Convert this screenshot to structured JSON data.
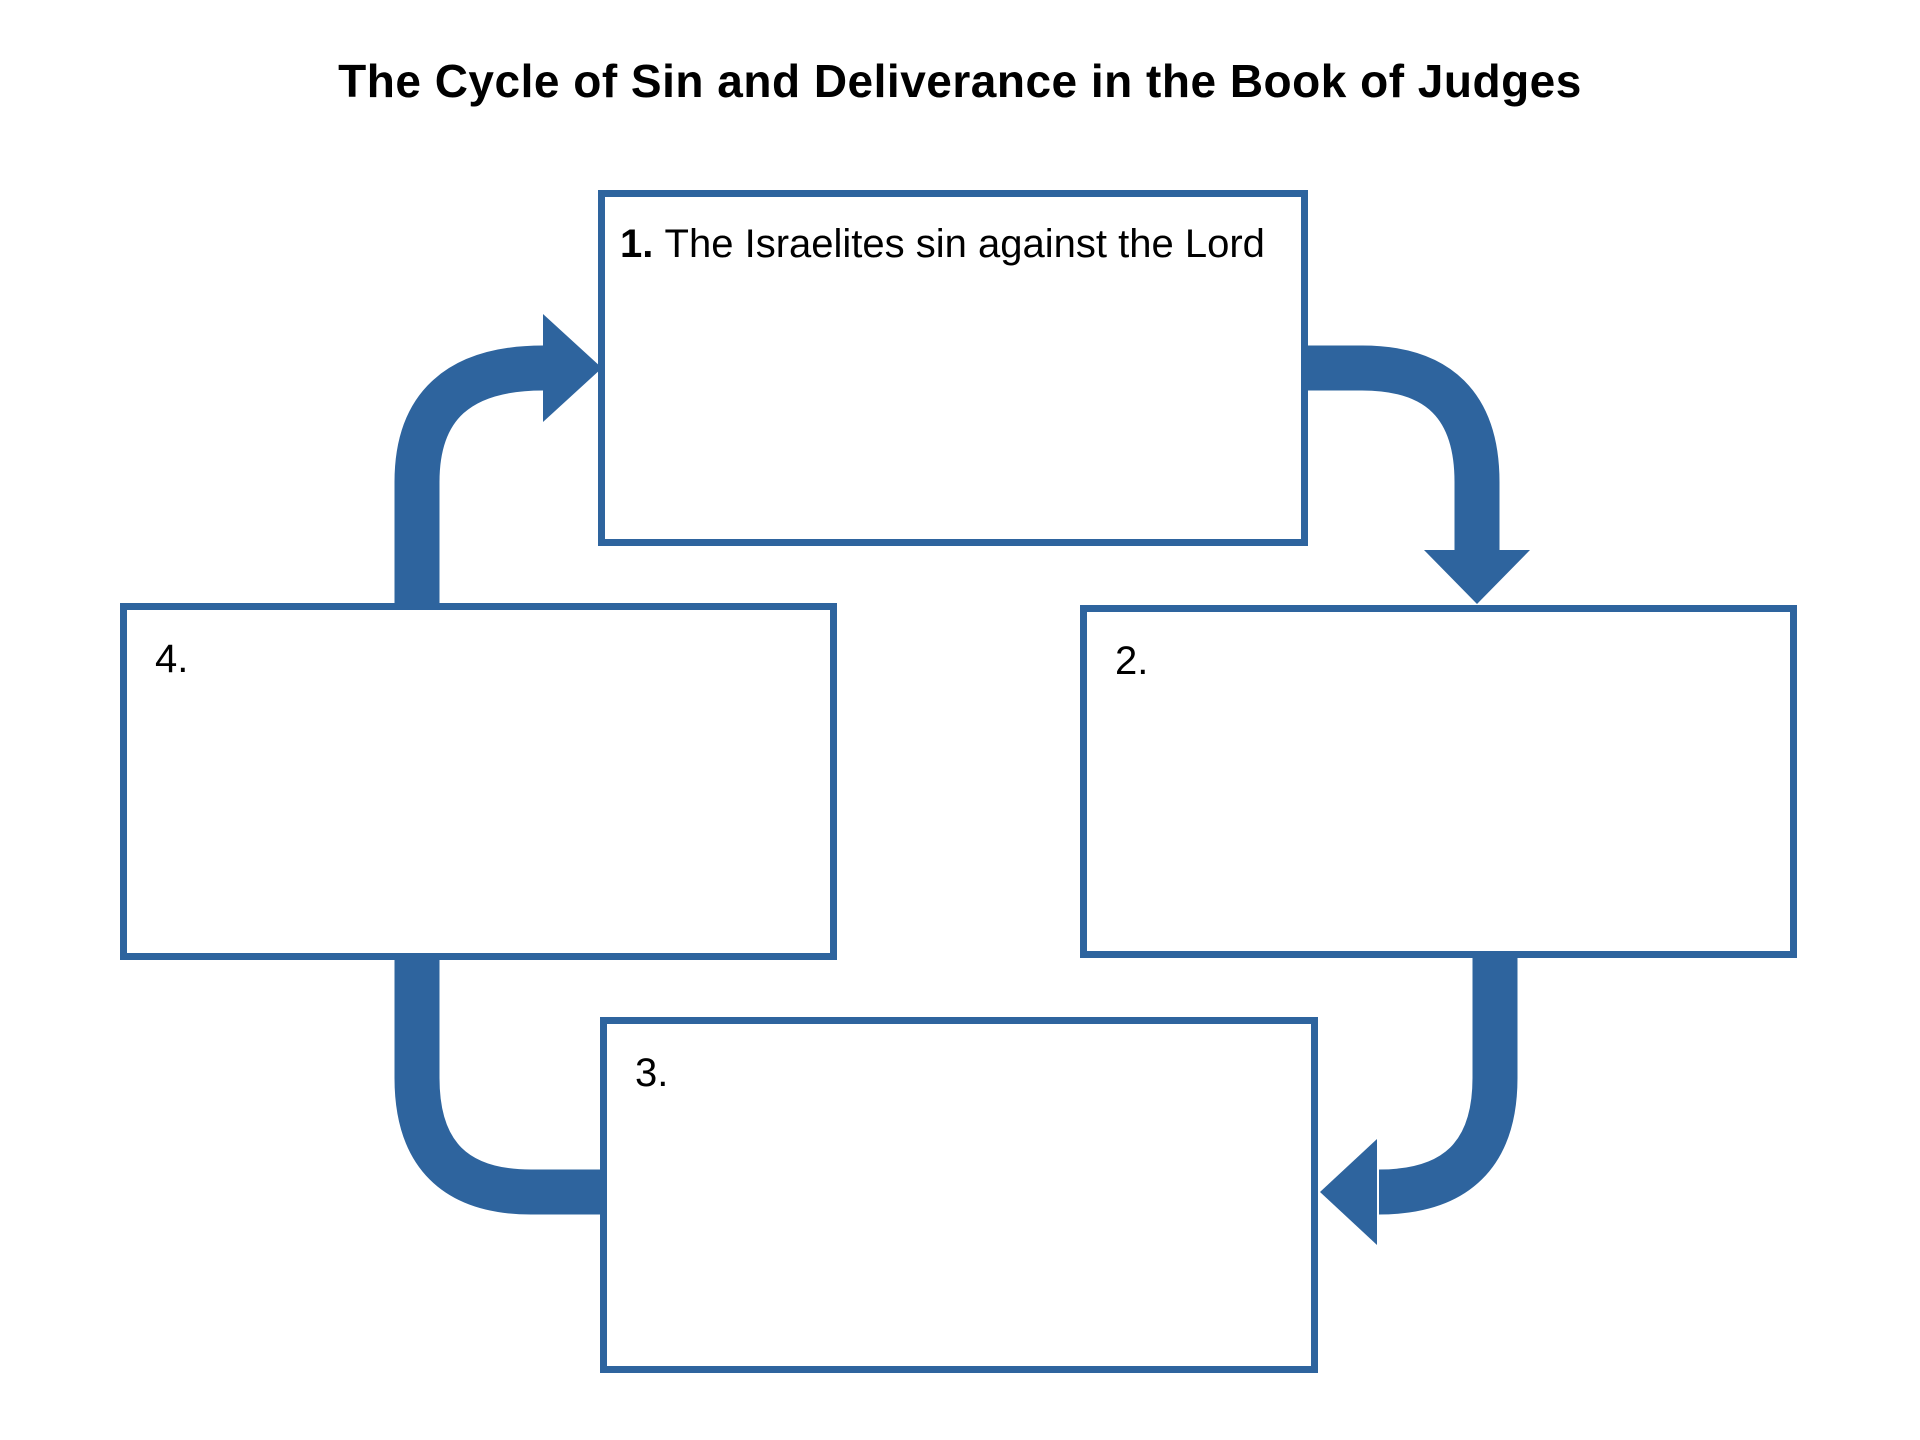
{
  "title": "The Cycle of Sin and Deliverance in the Book of Judges",
  "colors": {
    "accent": "#2E649E",
    "text": "#000000",
    "background": "#FFFFFF"
  },
  "steps": [
    {
      "number": "1.",
      "text": "The Israelites sin against the Lord"
    },
    {
      "number": "2.",
      "text": ""
    },
    {
      "number": "3.",
      "text": ""
    },
    {
      "number": "4.",
      "text": ""
    }
  ],
  "arrows": [
    {
      "name": "arrow-step1-to-step2",
      "from": "step-1",
      "to": "step-2",
      "has_head": true
    },
    {
      "name": "arrow-step2-to-step3",
      "from": "step-2",
      "to": "step-3",
      "has_head": true
    },
    {
      "name": "arrow-step4-to-step3",
      "from": "step-4",
      "to": "step-3",
      "has_head": false
    },
    {
      "name": "arrow-step4-to-step1",
      "from": "step-4",
      "to": "step-1",
      "has_head": true
    }
  ]
}
